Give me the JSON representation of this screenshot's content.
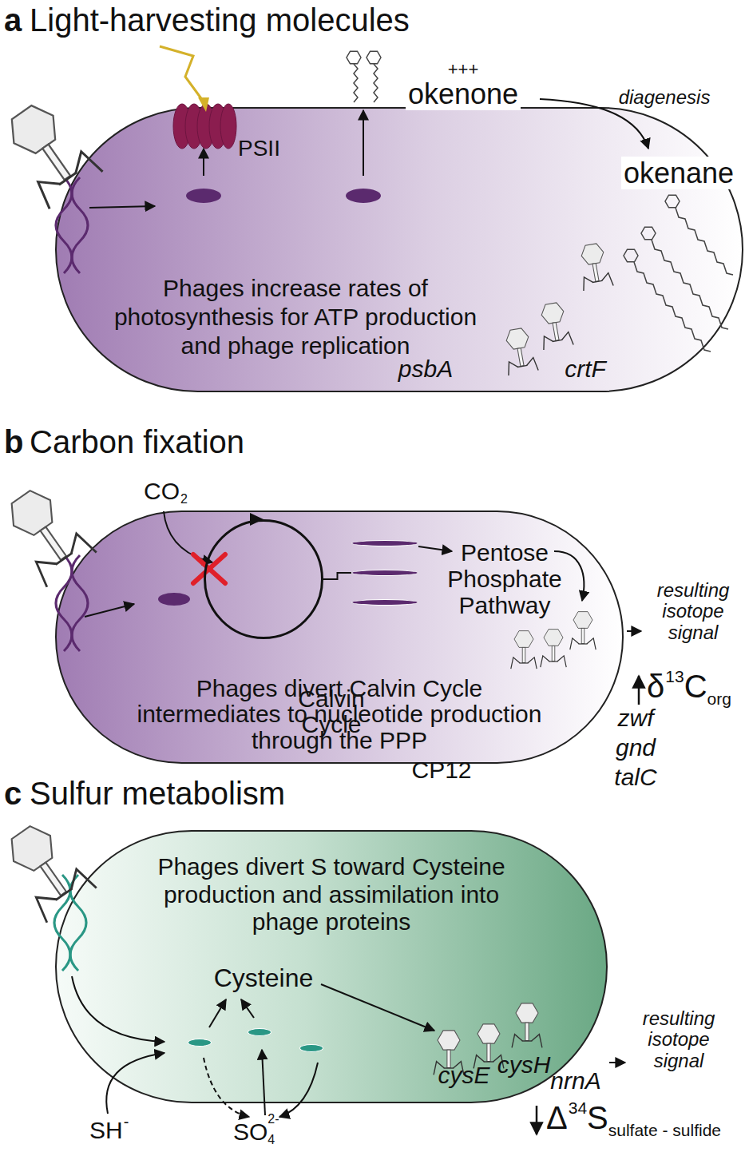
{
  "diagram": {
    "nodes": [
      {
        "text": [
          "Phages increase rates of photosynthesis for ATP production and phage replication"
        ]
      },
      {
        "text": [
          "psbA"
        ],
        "in": 0
      },
      {
        "text": [
          "crtF"
        ],
        "in": 0
      },
      {
        "text": [
          "Phages divert Calvin Cycle intermediates to nucleotide production through the PPP"
        ]
      },
      {
        "text": [
          "CP12"
        ],
        "in": 3
      },
      {
        "text": [
          "Calvin Cycle"
        ],
        "in": 3
      },
      {
        "text": [
          "zwf"
        ],
        "in": 3
      },
      {
        "text": [
          "gnd"
        ],
        "in": 3
      },
      {
        "text": [
          "talC"
        ],
        "in": 3
      },
      {
        "text": [
          "Phages divert S toward Cysteine production and assimilation into phage proteins"
        ]
      },
      {
        "text": [
          "cysE"
        ],
        "in": 9
      },
      {
        "text": [
          "cysH"
        ],
        "in": 9
      },
      {
        "text": [
          "nrnA"
        ],
        "in": 9
      }
    ],
    "edges": [
      {
        "from": 5,
        "to": 7,
        "arrow": "none"
      }
    ],
    "labels": [
      "a",
      "Light-harvesting molecules",
      "PSII",
      "+++",
      "okenone",
      "diagenesis",
      "okenane",
      "b",
      "Carbon fixation",
      "CO",
      "2",
      "Pentose Phosphate Pathway",
      "resulting isotope signal",
      "δ",
      "13",
      "C",
      "org",
      "c",
      "Sulfur metabolism",
      "Cysteine",
      "SH",
      "-",
      "SO",
      "4",
      "2-",
      "resulting isotope signal",
      "Δ",
      "34",
      "S",
      "sulfate - sulfide"
    ]
  }
}
